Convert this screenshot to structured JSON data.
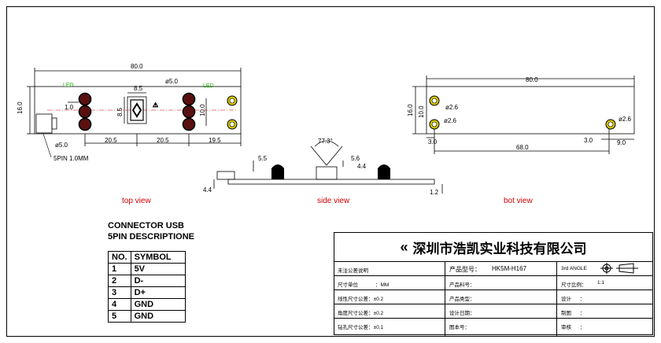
{
  "top_view": {
    "label": "top view",
    "dim_length": "80.0",
    "dim_height": "16.0",
    "dim_pitch": "1.0",
    "dim_lens": "8.5",
    "dim_lens_v": "8.5",
    "dim_pad_dia_left": "ø5.0",
    "dim_pad_dia_right": "ø5.0",
    "dim_v10": "10.0",
    "dim_a": "20.5",
    "dim_b": "20.5",
    "dim_c": "19.5",
    "led_left": "LED",
    "led_right": "LED",
    "connector_note": "5PIN 1.0MM"
  },
  "side_view": {
    "label": "side view",
    "angle": "77.3°",
    "dim_55": "5.5",
    "dim_56": "5.6",
    "dim_44a": "4.4",
    "dim_44b": "4.4",
    "dim_12": "1.2"
  },
  "bot_view": {
    "label": "bot view",
    "dim_length": "80.0",
    "dim_height": "16.0",
    "dim_v10": "10.0",
    "hole1": "ø2.6",
    "hole2": "ø2.6",
    "hole3": "ø2.6",
    "dim_3a": "3.0",
    "dim_68": "68.0",
    "dim_3b": "3.0",
    "dim_9": "9.0"
  },
  "connector": {
    "title1": "CONNECTOR USB",
    "title2": "5PIN DESCRIPTIONE",
    "headers": [
      "NO.",
      "SYMBOL"
    ],
    "rows": [
      [
        "1",
        "5V"
      ],
      [
        "2",
        "D-"
      ],
      [
        "3",
        "D+"
      ],
      [
        "4",
        "GND"
      ],
      [
        "5",
        "GND"
      ]
    ]
  },
  "title_block": {
    "company": "深圳市浩凯实业科技有限公司",
    "r1c1": "未注公差说明",
    "r1c2_label": "产品型号：",
    "r1c2_value": "HK5M-H167",
    "r1c3": "3rd ANGLE",
    "r2c1_label": "尺寸单位",
    "r2c1_value": "：MM",
    "r2c2": "产品料号：",
    "r2c3_label": "尺寸比例：",
    "r2c3_value": "1:1",
    "r3c1": "线性尺寸公差：±0.2",
    "r3c2": "产品类型：",
    "r3c3_label": "设计",
    "r3c3_value": "：",
    "r4c1": "角度尺寸公差：±0.2",
    "r4c2": "设计日期：",
    "r4c3_label": "制图",
    "r4c3_value": "：",
    "r5c1": "钻孔尺寸公差：±0.1",
    "r5c2": "图本号：",
    "r5c3_label": "审核",
    "r5c3_value": "："
  }
}
